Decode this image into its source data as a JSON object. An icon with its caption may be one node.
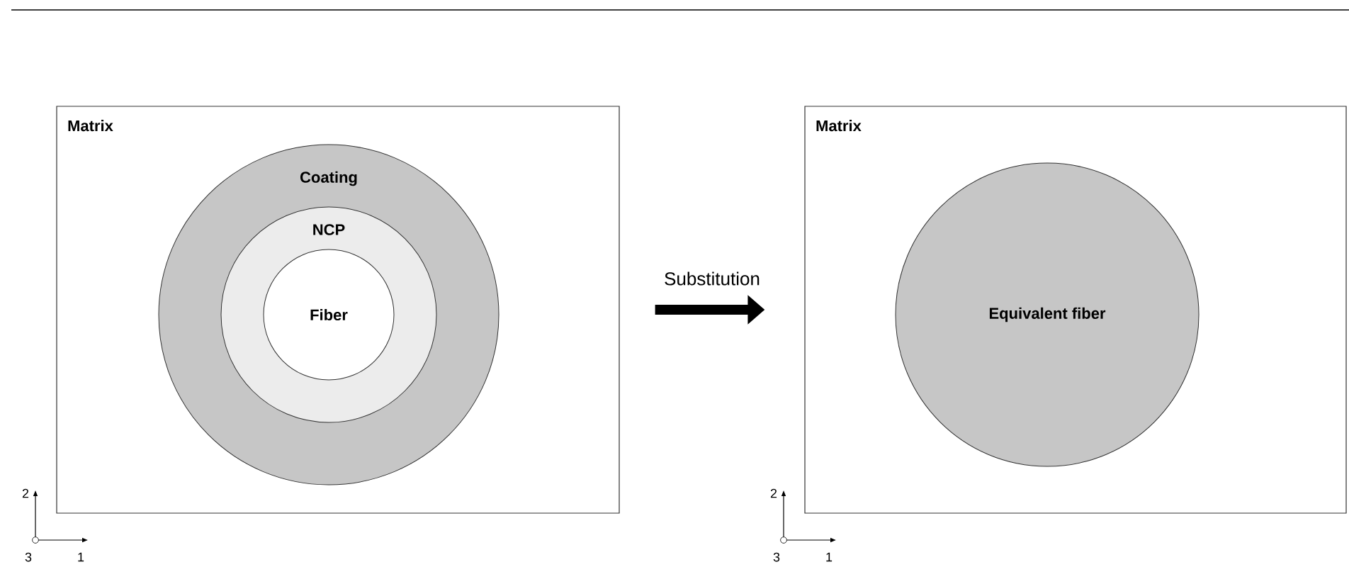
{
  "diagram": {
    "nodes": [
      {
        "text": [
          "Matrix"
        ]
      },
      {
        "text": [
          "Coating"
        ],
        "in": 0
      },
      {
        "text": [
          "NCP"
        ],
        "in": 1
      },
      {
        "text": [
          "Fiber"
        ],
        "in": 2
      },
      {
        "text": [
          "Matrix"
        ]
      },
      {
        "text": [
          "Equivalent fiber"
        ],
        "in": 4
      }
    ],
    "edges": [
      {
        "from": 0,
        "to": 4,
        "arrow": "to",
        "label": "Substitution"
      }
    ],
    "labels": [
      "2",
      "3",
      "1",
      "2",
      "3",
      "1"
    ]
  }
}
